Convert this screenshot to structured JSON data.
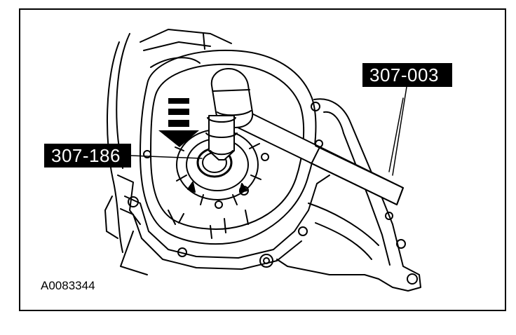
{
  "callouts": {
    "tool_a": "307-003",
    "tool_b": "307-186"
  },
  "figure_id": "A0083344",
  "colors": {
    "ink": "#000000",
    "paper": "#ffffff"
  }
}
